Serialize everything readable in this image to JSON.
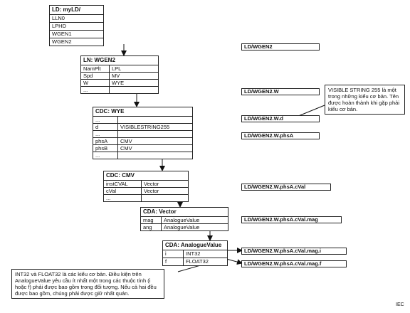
{
  "ld": {
    "title": "LD: myLD/",
    "items": [
      "LLN0",
      "LPHD",
      "WGEN1",
      "WGEN2"
    ]
  },
  "ln": {
    "title": "LN: WGEN2",
    "rows": [
      {
        "a": "NamPlt",
        "b": "LPL"
      },
      {
        "a": "Spd",
        "b": "MV"
      },
      {
        "a": "W",
        "b": "WYE"
      },
      {
        "a": "...",
        "b": ""
      }
    ]
  },
  "cdc_wye": {
    "title": "CDC: WYE",
    "rows": [
      {
        "a": "...",
        "b": ""
      },
      {
        "a": "d",
        "b": "VISIBLESTRING255"
      },
      {
        "a": "...",
        "b": ""
      },
      {
        "a": "phsA",
        "b": "CMV"
      },
      {
        "a": "phsB",
        "b": "CMV"
      },
      {
        "a": "...",
        "b": ""
      }
    ]
  },
  "cdc_cmv": {
    "title": "CDC: CMV",
    "rows": [
      {
        "a": "instCVAL",
        "b": "Vector"
      },
      {
        "a": "cVal",
        "b": "Vector"
      },
      {
        "a": "...",
        "b": ""
      }
    ]
  },
  "cda_vector": {
    "title": "CDA: Vector",
    "rows": [
      {
        "a": "mag",
        "b": "AnalogueValue"
      },
      {
        "a": "ang",
        "b": "AnalogueValue"
      }
    ]
  },
  "cda_analogue": {
    "title": "CDA: AnalogueValue",
    "rows": [
      {
        "a": "i",
        "b": "INT32"
      },
      {
        "a": "f",
        "b": "FLOAT32"
      }
    ]
  },
  "paths": [
    "LD/WGEN2",
    "LD/WGEN2.W",
    "LD/WGEN2.W.d",
    "LD/WGEN2.W.phsA",
    "LD/WGEN2.W.phsA.cVal",
    "LD/WGEN2.W.phsA.cVal.mag",
    "LD/WGEN2.W.phsA.cVal.mag.i",
    "LD/WGEN2.W.phsA.cVal.mag.f"
  ],
  "note_visible": "VISIBLE STRING 255 là một trong những kiểu cơ bản. Tên được hoàn thành khi gặp phải kiểu cơ bản.",
  "note_int32": "INT32 và FLOAT32 là các kiểu cơ bản. Điều kiện trên AnalogueValue yêu cầu ít nhất một trong các thuộc tính (i hoặc f) phải được bao gồm trong đối tượng. Nếu cả hai đều được bao gồm, chúng phải được giữ nhất quán.",
  "iec_label": "IEC"
}
